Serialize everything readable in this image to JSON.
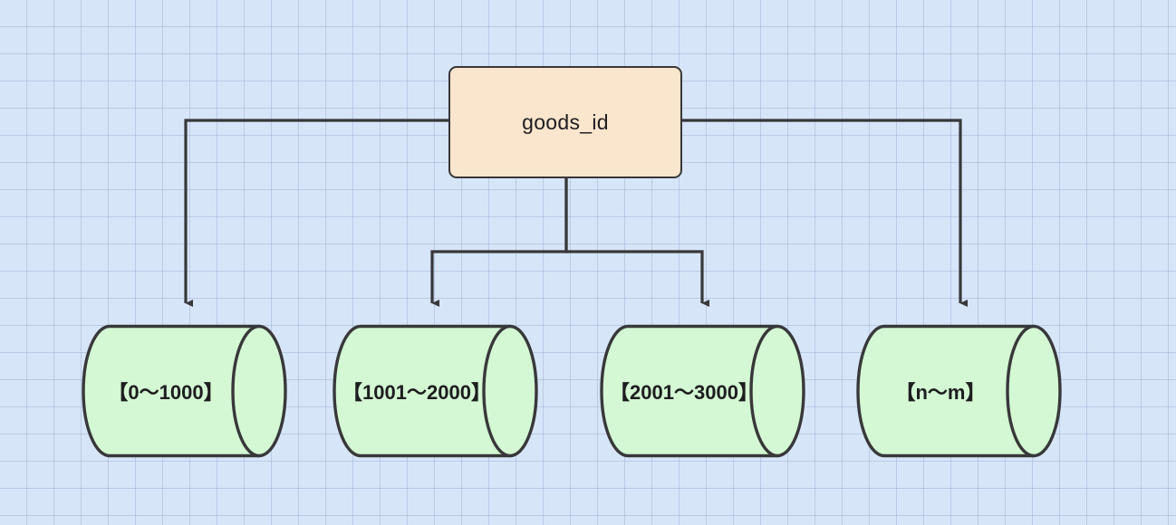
{
  "diagram": {
    "type": "sharding-tree",
    "background": {
      "color": "#d7e5f8",
      "grid_color": "#8ca5c8",
      "grid_spacing": 30
    },
    "colors": {
      "root_fill": "#fae5cd",
      "leaf_fill": "#d3f8d3",
      "stroke": "#38383a",
      "text": "#1d1d1f"
    },
    "root": {
      "label": "goods_id",
      "shape": "rounded-rectangle"
    },
    "leaves": [
      {
        "label": "【0〜1000】",
        "shape": "cylinder"
      },
      {
        "label": "【1001〜2000】",
        "shape": "cylinder"
      },
      {
        "label": "【2001〜3000】",
        "shape": "cylinder"
      },
      {
        "label": "【n〜m】",
        "shape": "cylinder"
      }
    ],
    "connectors": [
      {
        "from": "goods_id",
        "to": "【0〜1000】",
        "style": "orthogonal",
        "arrow": "solid-triangle"
      },
      {
        "from": "goods_id",
        "to": "【1001〜2000】",
        "style": "orthogonal",
        "arrow": "solid-triangle"
      },
      {
        "from": "goods_id",
        "to": "【2001〜3000】",
        "style": "orthogonal",
        "arrow": "solid-triangle"
      },
      {
        "from": "goods_id",
        "to": "【n〜m】",
        "style": "orthogonal",
        "arrow": "solid-triangle"
      }
    ]
  }
}
